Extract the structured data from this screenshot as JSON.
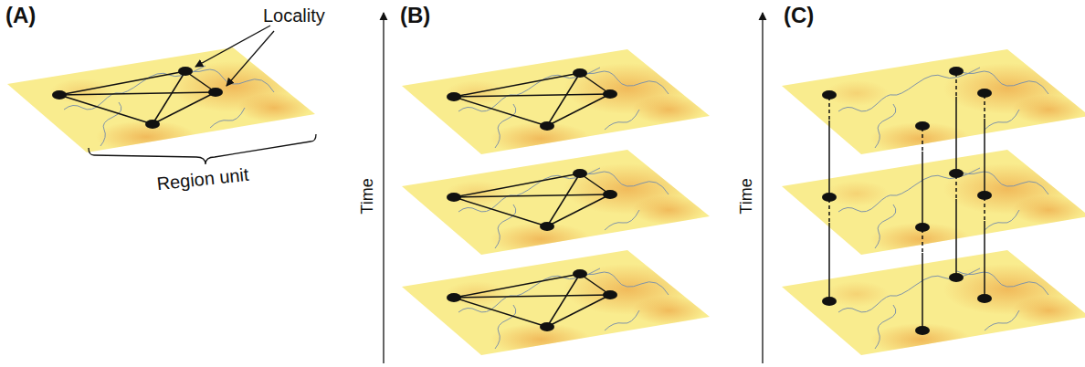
{
  "diagram": {
    "labels": [
      "(A)",
      "Locality",
      "Region unit",
      "(B)",
      "Time",
      "(C)",
      "Time"
    ]
  }
}
